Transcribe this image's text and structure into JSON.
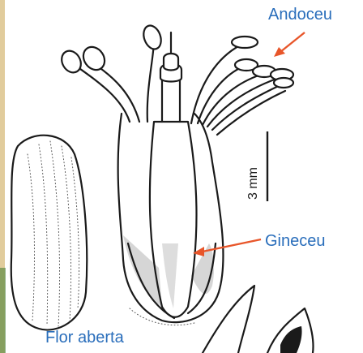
{
  "labels": {
    "andoceu": "Andoceu",
    "gineceu": "Gineceu",
    "flor_aberta": "Flor aberta"
  },
  "scale_bar": {
    "text": "3 mm"
  },
  "colors": {
    "label_text": "#2a6ebb",
    "arrow": "#e8562a",
    "line_art": "#1a1a1a",
    "left_edge_tint": "#c9a24a"
  }
}
